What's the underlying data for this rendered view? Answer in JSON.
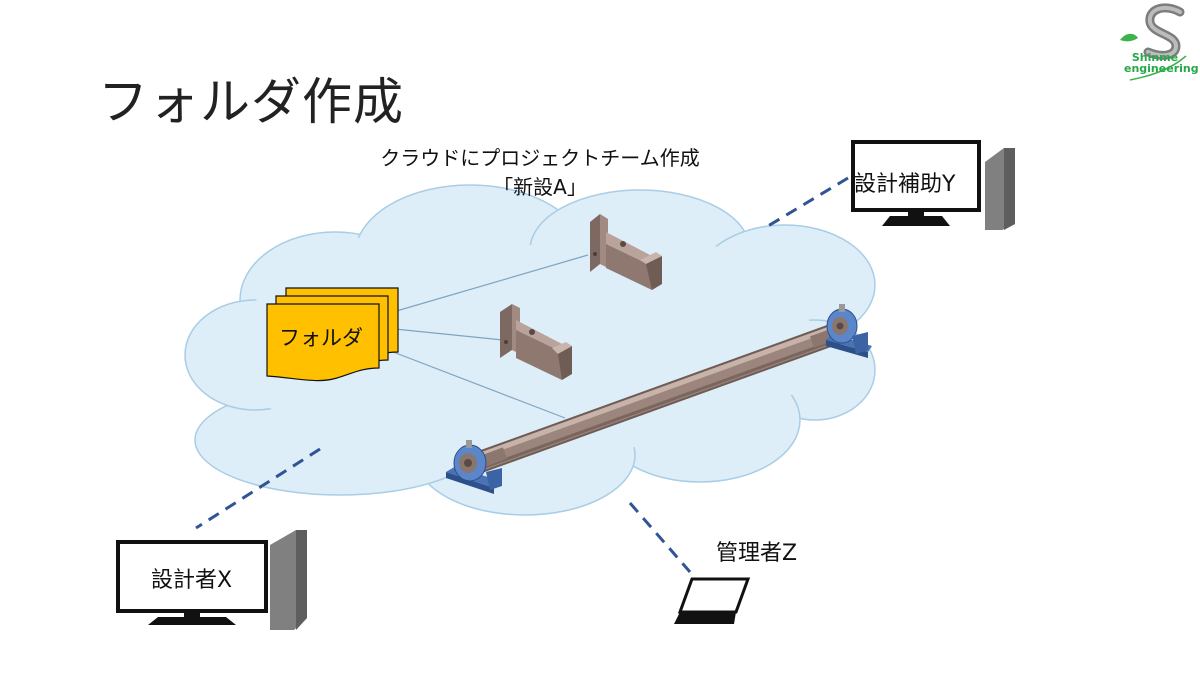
{
  "slide": {
    "title": "フォルダ作成",
    "cloud_caption_line1": "クラウドにプロジェクトチーム作成",
    "cloud_caption_line2": "「新設A」"
  },
  "folder": {
    "label": "フォルダ"
  },
  "stations": {
    "designer_x": "設計者X",
    "assistant_y": "設計補助Y",
    "manager_z": "管理者Z"
  },
  "logo": {
    "line1": "Shinme",
    "line2": "engineering",
    "brand_color": "#27a84a"
  },
  "colors": {
    "cloud_fill": "#ddeef8",
    "cloud_stroke": "#a9cde6",
    "folder_fill": "#ffc000",
    "dashed_link": "#2f5597",
    "part_metal": "#a08a82",
    "bearing_blue": "#5b86c9"
  }
}
